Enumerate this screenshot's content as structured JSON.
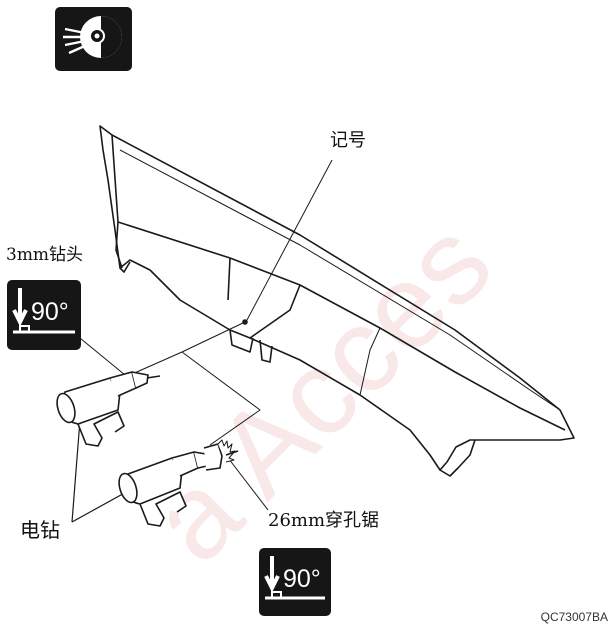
{
  "labels": {
    "mark": "记号",
    "drill_bit": "3mm钻头",
    "electric_drill": "电钻",
    "hole_saw": "26mm穿孔锯"
  },
  "angle_icon_value": "90°",
  "figure_code": "QC73007BA",
  "watermark_text": "a Acces",
  "icons": [
    "safety-goggles-icon",
    "perpendicular-90-icon",
    "perpendicular-90-icon"
  ],
  "colors": {
    "icon_bg": "#161616",
    "line": "#1a1a1a",
    "watermark": "#f2d2d2"
  }
}
